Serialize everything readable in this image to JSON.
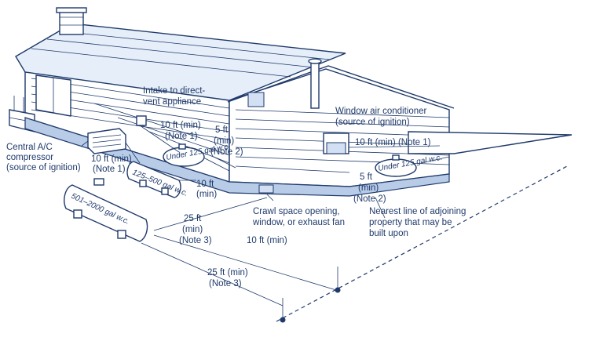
{
  "labels": {
    "intake": [
      "Intake to direct-",
      "vent appliance"
    ],
    "window_ac": [
      "Window air conditioner",
      "(source of ignition)"
    ],
    "central_ac": [
      "Central A/C",
      "compressor",
      "(source of ignition)"
    ],
    "d_10_note1_top": [
      "10 ft (min)",
      "(Note 1)"
    ],
    "d_5_note2_left": [
      "5 ft",
      "(min)",
      "(Note 2)"
    ],
    "d_10_note1_right": [
      "10 ft (min) (Note 1)"
    ],
    "d_10_note1_left": [
      "10 ft (min)",
      "(Note 1)"
    ],
    "d_10_min_center": [
      "10 ft",
      "(min)"
    ],
    "d_5_note2_right": [
      "5 ft",
      "(min)",
      "(Note 2)"
    ],
    "crawl": [
      "Crawl space opening,",
      "window, or exhaust fan"
    ],
    "property": [
      "Nearest line of adjoining",
      "property that may be",
      "built upon"
    ],
    "d_25_note3_upper": [
      "25 ft",
      "(min)",
      "(Note 3)"
    ],
    "d_10_min_long": [
      "10 ft (min)"
    ],
    "d_25_note3_lower": [
      "25 ft (min)",
      "(Note 3)"
    ]
  },
  "tanks": {
    "large": "501–2000 gal w.c.",
    "medium": "125–500 gal w.c.",
    "small_left": "Under 125 gal w.c.",
    "small_right": "Under 125 gal w.c."
  }
}
